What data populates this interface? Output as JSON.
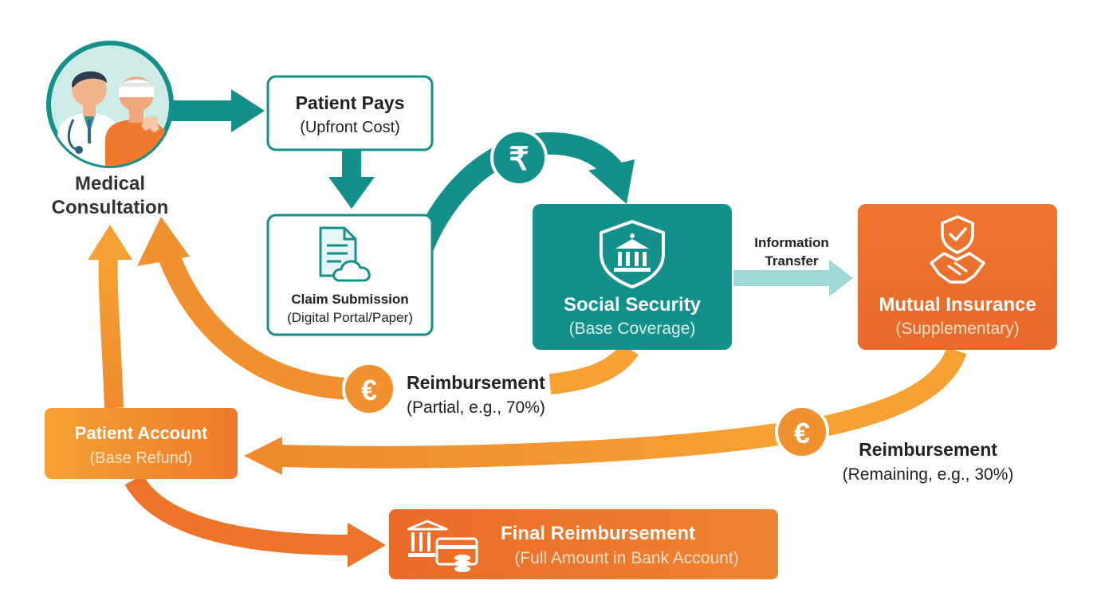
{
  "consultation": {
    "label_line1": "Medical",
    "label_line2": "Consultation"
  },
  "patient_pays": {
    "title": "Patient Pays",
    "subtitle": "(Upfront Cost)"
  },
  "claim_submission": {
    "title": "Claim Submission",
    "subtitle": "(Digital Portal/Paper)"
  },
  "currency": {
    "payment_symbol": "₹",
    "refund_symbol": "€"
  },
  "social_security": {
    "title": "Social Security",
    "subtitle": "(Base Coverage)"
  },
  "information_transfer": {
    "line1": "Information",
    "line2": "Transfer"
  },
  "mutual_insurance": {
    "title": "Mutual Insurance",
    "subtitle": "(Supplementary)"
  },
  "reimbursement_partial": {
    "title": "Reimbursement",
    "subtitle": "(Partial, e.g., 70%)"
  },
  "reimbursement_remaining": {
    "title": "Reimbursement",
    "subtitle": "(Remaining, e.g., 30%)"
  },
  "patient_account": {
    "title": "Patient Account",
    "subtitle": "(Base Refund)"
  },
  "final_reimbursement": {
    "title": "Final Reimbursement",
    "subtitle": "(Full Amount in Bank Account)"
  },
  "colors": {
    "teal": "#14908a",
    "teal_light": "#9ed9d6",
    "orange_light": "#f5a133",
    "orange_dark": "#eb6f2a",
    "text_dark": "#222222"
  }
}
